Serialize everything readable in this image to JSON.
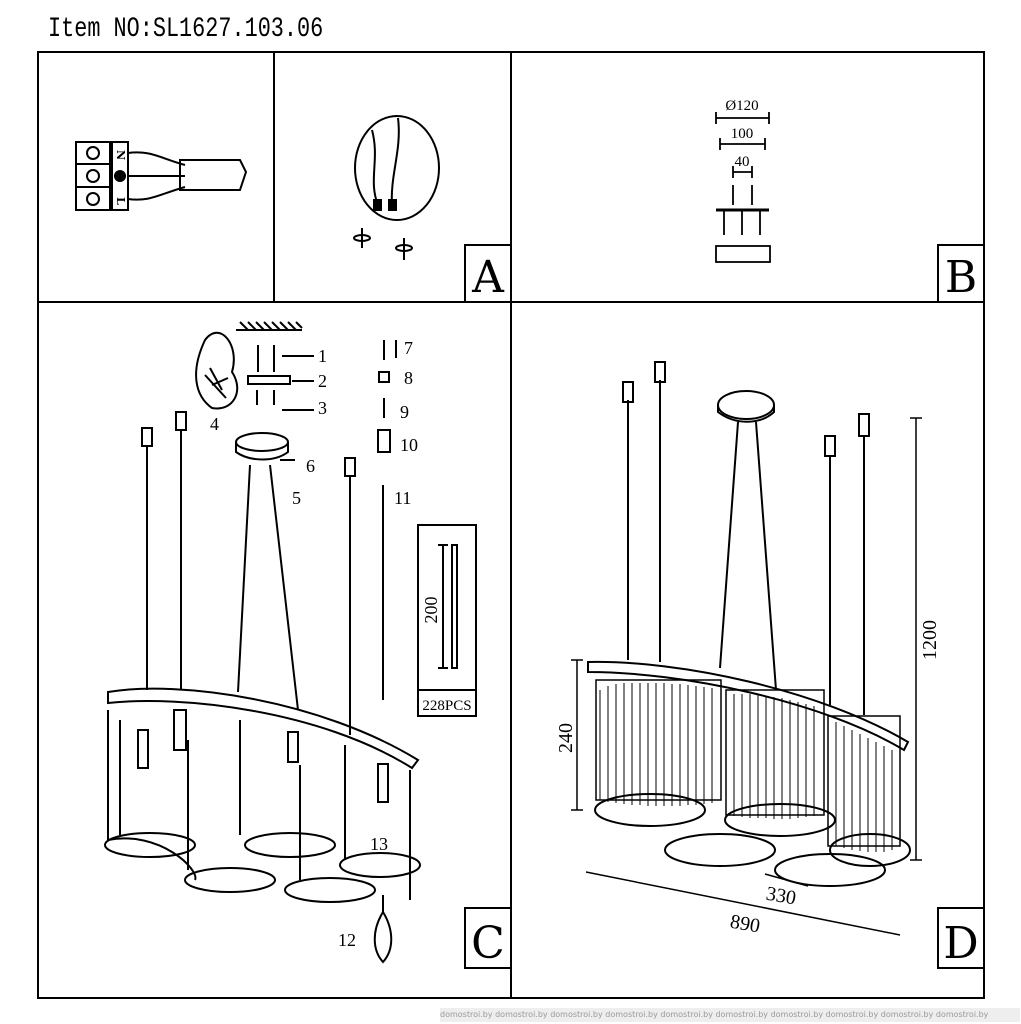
{
  "header": {
    "item_number": "Item NO:SL1627.103.06"
  },
  "panels": {
    "A": {
      "letter": "A"
    },
    "B": {
      "letter": "B",
      "dims": [
        "Ø120",
        "100",
        "40"
      ]
    },
    "C": {
      "letter": "C",
      "part_numbers": [
        "1",
        "2",
        "3",
        "4",
        "5",
        "6",
        "7",
        "8",
        "9",
        "10",
        "11",
        "12",
        "13"
      ],
      "rod_length": "200",
      "rod_count": "228PCS"
    },
    "D": {
      "letter": "D",
      "dims": {
        "height_total": "1200",
        "shade_height": "240",
        "shade_width": "330",
        "overall_length": "890"
      }
    }
  },
  "terminal_labels": [
    "N",
    "L"
  ],
  "footer": {
    "watermark": "domostroi.by  domostroi.by  domostroi.by  domostroi.by  domostroi.by  domostroi.by  domostroi.by  domostroi.by  domostroi.by  domostroi.by"
  }
}
